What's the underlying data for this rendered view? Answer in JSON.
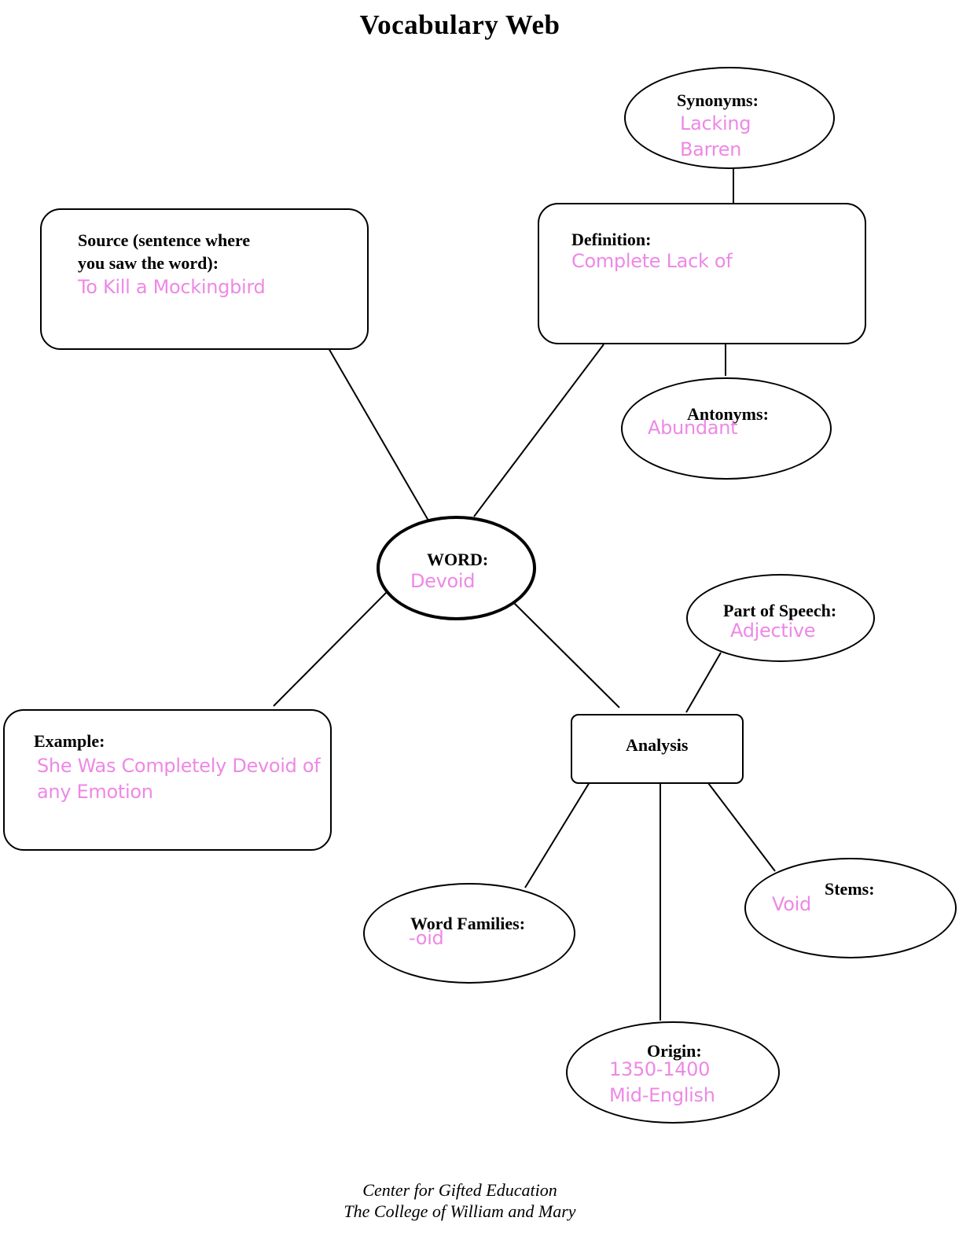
{
  "title": "Vocabulary Web",
  "answer_color": "#ee88e6",
  "nodes": {
    "word": {
      "label": "WORD:",
      "value": "Devoid"
    },
    "source": {
      "label_line1": "Source (sentence where",
      "label_line2": "you saw the word):",
      "value": "To Kill a Mockingbird"
    },
    "definition": {
      "label": "Definition:",
      "value": "Complete Lack of"
    },
    "synonyms": {
      "label": "Synonyms:",
      "values": [
        "Lacking",
        "Barren"
      ]
    },
    "antonyms": {
      "label": "Antonyms:",
      "value": "Abundant"
    },
    "example": {
      "label": "Example:",
      "values": [
        "She Was Completely Devoid of",
        "any Emotion"
      ]
    },
    "analysis": {
      "label": "Analysis"
    },
    "part_of_speech": {
      "label": "Part of Speech:",
      "value": "Adjective"
    },
    "word_families": {
      "label": "Word Families:",
      "value": "-oid"
    },
    "stems": {
      "label": "Stems:",
      "value": "Void"
    },
    "origin": {
      "label": "Origin:",
      "values": [
        "1350-1400",
        "Mid-English"
      ]
    }
  },
  "footer": {
    "line1": "Center for Gifted Education",
    "line2": "The College of William and Mary"
  }
}
